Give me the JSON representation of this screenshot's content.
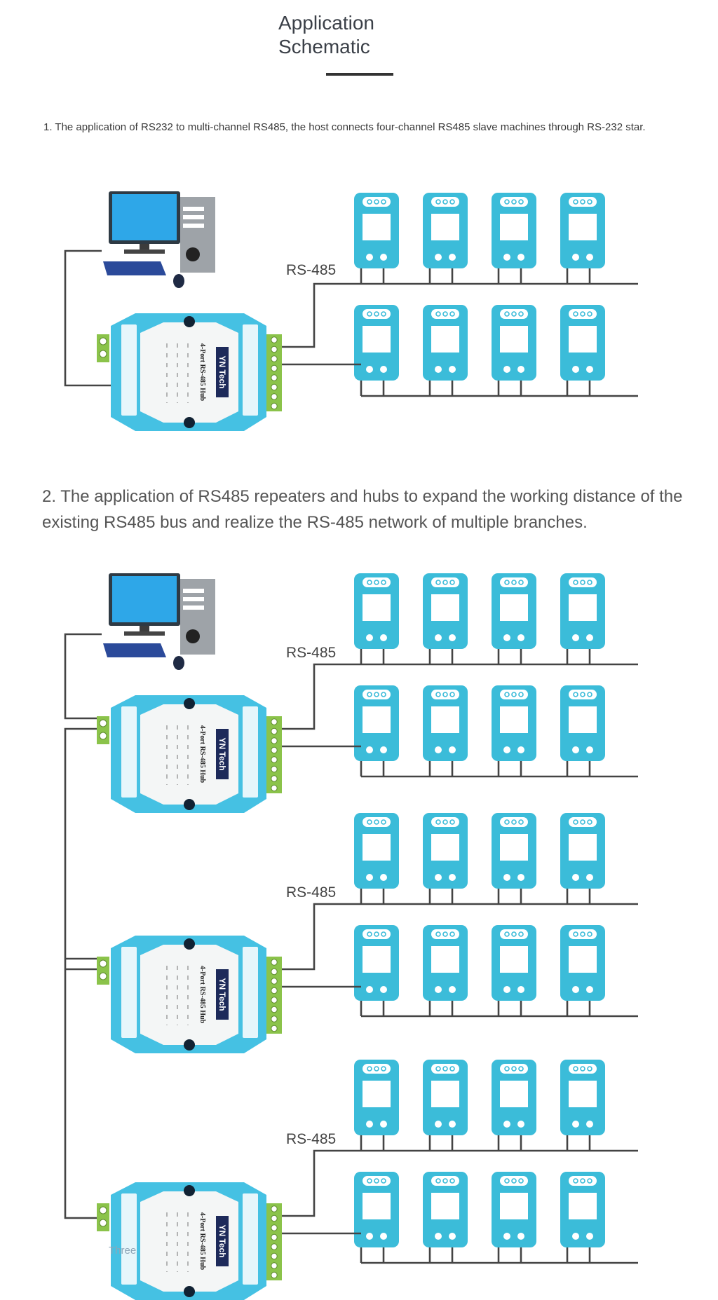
{
  "header": {
    "title": "Application Schematic"
  },
  "section1": {
    "caption": "1. The application of RS232 to multi-channel RS485, the host connects four-channel RS485 slave machines through RS-232 star.",
    "bus_label": "RS-485",
    "hub_brand": "YN Tech",
    "hub_model": "4-Port RS-485 Hub"
  },
  "section2": {
    "caption": "2. The application of RS485 repeaters and hubs to expand the working distance of the existing RS485 bus and realize the RS-485 network of multiple branches.",
    "bus_labels": [
      "RS-485",
      "RS-485",
      "RS-485"
    ],
    "hub_brand": "YN Tech",
    "hub_model": "4-Port RS-485 Hub"
  },
  "watermark": "Three",
  "colors": {
    "device": "#3bbcd9",
    "hub": "#45c1e3",
    "terminal": "#8bc34a",
    "wire": "#444444"
  }
}
